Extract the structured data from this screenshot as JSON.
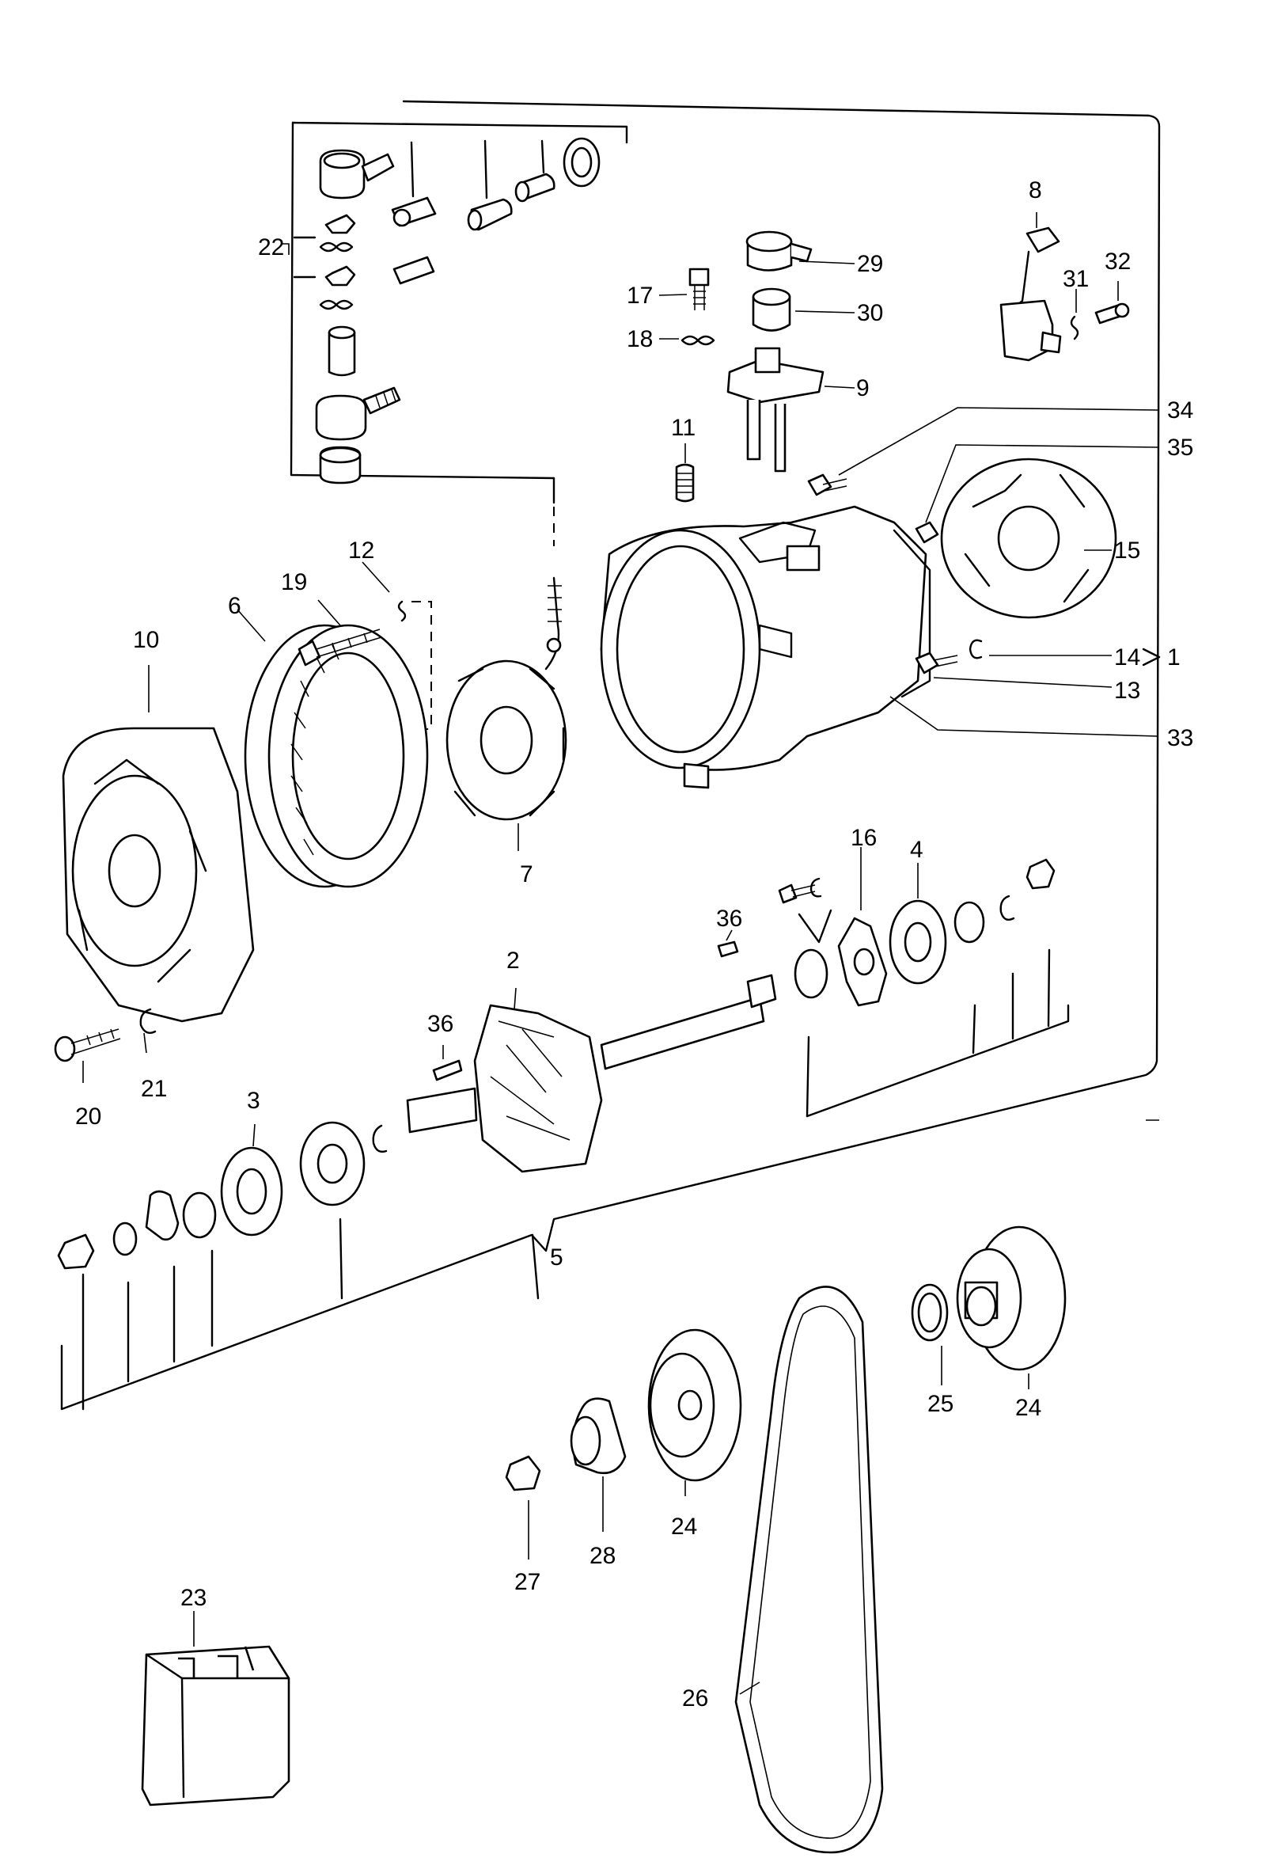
{
  "callouts": [
    {
      "id": "1",
      "label": "1"
    },
    {
      "id": "2",
      "label": "2"
    },
    {
      "id": "3",
      "label": "3"
    },
    {
      "id": "4",
      "label": "4"
    },
    {
      "id": "5",
      "label": "5"
    },
    {
      "id": "6",
      "label": "6"
    },
    {
      "id": "7",
      "label": "7"
    },
    {
      "id": "8",
      "label": "8"
    },
    {
      "id": "9",
      "label": "9"
    },
    {
      "id": "10",
      "label": "10"
    },
    {
      "id": "11",
      "label": "11"
    },
    {
      "id": "12",
      "label": "12"
    },
    {
      "id": "13",
      "label": "13"
    },
    {
      "id": "14",
      "label": "14"
    },
    {
      "id": "15",
      "label": "15"
    },
    {
      "id": "16",
      "label": "16"
    },
    {
      "id": "17",
      "label": "17"
    },
    {
      "id": "18",
      "label": "18"
    },
    {
      "id": "19",
      "label": "19"
    },
    {
      "id": "20",
      "label": "20"
    },
    {
      "id": "21",
      "label": "21"
    },
    {
      "id": "22",
      "label": "22"
    },
    {
      "id": "23",
      "label": "23"
    },
    {
      "id": "24a",
      "label": "24"
    },
    {
      "id": "24b",
      "label": "24"
    },
    {
      "id": "25",
      "label": "25"
    },
    {
      "id": "26",
      "label": "26"
    },
    {
      "id": "27",
      "label": "27"
    },
    {
      "id": "28",
      "label": "28"
    },
    {
      "id": "29",
      "label": "29"
    },
    {
      "id": "30",
      "label": "30"
    },
    {
      "id": "31",
      "label": "31"
    },
    {
      "id": "32",
      "label": "32"
    },
    {
      "id": "33",
      "label": "33"
    },
    {
      "id": "34",
      "label": "34"
    },
    {
      "id": "35",
      "label": "35"
    },
    {
      "id": "36a",
      "label": "36"
    },
    {
      "id": "36b",
      "label": "36"
    }
  ]
}
